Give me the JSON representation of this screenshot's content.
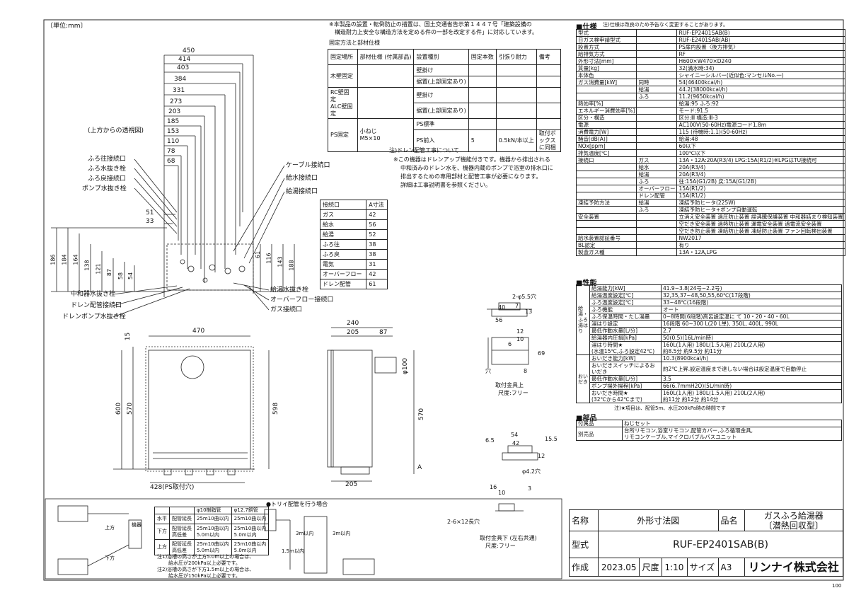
{
  "unit_label": "〔単位:mm〕",
  "perspective_label": "(上方からの透視図)",
  "notice_top": [
    "※本製品の設置・転倒防止の措置は、国土交通省告示第１４４７号「建築設備の",
    "構造耐力上安全な構造方法を定める件の一部を改定する件」に対応しています。"
  ],
  "fix_title": "固定方法と部材仕様",
  "fix_table": {
    "headers": [
      "固定場所",
      "部材仕様\n(付属部品)",
      "設置種別",
      "固定本数",
      "引張り耐力",
      "備考"
    ],
    "rows": [
      [
        "木壁固定",
        "",
        "壁掛け",
        "",
        "",
        ""
      ],
      [
        "",
        "",
        "据置(上部固定あり)",
        "",
        "",
        ""
      ],
      [
        "RC壁固定\nALC壁固定",
        "",
        "壁掛け",
        "",
        "",
        ""
      ],
      [
        "",
        "",
        "据置(上部固定あり)",
        "",
        "",
        ""
      ],
      [
        "PS固定",
        "小ねじ\nM5×10",
        "PS標準",
        "",
        "",
        ""
      ],
      [
        "",
        "",
        "PS前入",
        "5",
        "0.5kN/本以上",
        "取付ボックス\nに同梱"
      ]
    ]
  },
  "drain_note": [
    "注)ドレン配管工事について",
    "※この機器はドレンアップ機能付きです。機器から排出される",
    "中和済みのドレン水を、機器内蔵のポンプで浴室の排水口に",
    "排出するための専用部材と配管工事が必要になります。",
    "詳細は工事説明書を参照ください。"
  ],
  "connection_table": {
    "headers": [
      "接続口",
      "A寸法"
    ],
    "rows": [
      [
        "ガス",
        "42"
      ],
      [
        "給水",
        "56"
      ],
      [
        "給湯",
        "52"
      ],
      [
        "ふろ往",
        "38"
      ],
      [
        "ふろ戻",
        "38"
      ],
      [
        "電気",
        "31"
      ],
      [
        "オーバーフロー",
        "42"
      ],
      [
        "ドレン配管",
        "61"
      ]
    ]
  },
  "top_dims": [
    "450",
    "414",
    "403",
    "384",
    "331",
    "273",
    "203",
    "185",
    "153",
    "110",
    "78",
    "68",
    "51",
    "33"
  ],
  "left_labels": [
    "ふろ往接続口",
    "ふろ水抜き栓",
    "ふろ戻接続口",
    "ポンプ水抜き栓"
  ],
  "right_labels": [
    "ケーブル接続口",
    "給水接続口",
    "給湯接続口"
  ],
  "bottom_labels": [
    "中和器水抜き栓",
    "ドレン配管接続口",
    "ドレンポンプ水抜き栓"
  ],
  "bottom_right_labels": [
    "給湯水抜き栓",
    "オーバーフロー接続口",
    "ガス接続口"
  ],
  "left_vdims": [
    "186",
    "184",
    "164",
    "138",
    "121",
    "87",
    "58",
    "54"
  ],
  "right_vdims": [
    "61",
    "116",
    "143",
    "188"
  ],
  "front": {
    "w": "470",
    "h": "600",
    "h2": "570",
    "h3": "598",
    "top": "15",
    "ps": "428(PS取付穴)"
  },
  "side": {
    "d": "240",
    "d2": "205",
    "d3": "87",
    "h": "570",
    "bottom": "205",
    "a": "A",
    "dia": "φ100"
  },
  "bracket_top": {
    "hole": "2-φ5.5穴",
    "w1": "40",
    "w2": "56",
    "h1": "7",
    "h2": "13",
    "t": "12",
    "t2": "10",
    "d1": "6",
    "d2": "69",
    "d3": "8",
    "slot": "穴",
    "caption1": "取付金具上",
    "caption2": "尺度:フリー"
  },
  "bracket_bottom": {
    "w1": "54",
    "w2": "42",
    "h1": "6.5",
    "h2": "15.5",
    "h3": "12",
    "dia": "φ4.2穴",
    "t1": "16",
    "t2": "10",
    "t3": "3",
    "hole": "2-6×12長穴",
    "caption1": "取付金具下 (左右共通)",
    "caption2": "尺度:フリー"
  },
  "pipe_table": {
    "col_headers": [
      "",
      "",
      "φ10樹脂管",
      "φ12.7銅管"
    ],
    "rows": [
      [
        "水平",
        "配管延長",
        "25m10曲以内",
        "25m10曲以内"
      ],
      [
        "下方",
        "配管延長\n高低差",
        "25m10曲以内\n5.0m以内",
        "25m10曲以内\n5.0m以内"
      ],
      [
        "上方",
        "配管延長\n高低差",
        "25m10曲以内\n5.0m以内",
        "25m10曲以内\n5.0m以内"
      ]
    ],
    "notes": [
      "注1)浴槽の高さが上方5.0m以上の場合は、",
      "給水圧が200kPa以上必要です。",
      "注2)浴槽の高さが下方1.5m以上の場合は、",
      "給水圧が150kPa以上必要です。"
    ]
  },
  "pipe_labels": {
    "up": "上方",
    "down": "下方",
    "unit": "機器",
    "trap_title": "●トリイ配管を行う場合",
    "h1": "1.5m以内",
    "h2": "3m以内",
    "h3": "3m以内"
  },
  "spec": {
    "title": "■仕様",
    "title_note": "注)仕様は改良のため予告なく変更することがあります。",
    "rows": [
      [
        "型式",
        "",
        "RUF-EP2401SAB(B)"
      ],
      [
        "日ガス検申請型式",
        "",
        "RUF-E2401SAB(AB)"
      ],
      [
        "設置方式",
        "",
        "PS扉内設置〈後方排気〉"
      ],
      [
        "給排気方式",
        "",
        "RF"
      ],
      [
        "外形寸法[mm]",
        "",
        "H600×W470×D240"
      ],
      [
        "質量[kg]",
        "",
        "32(満水時:34)"
      ],
      [
        "本体色",
        "",
        "シャイニーシルバー(近似色:マンセルNo.一)"
      ],
      [
        "ガス消費量[kW]",
        "同時",
        "54(46400kcal/h)"
      ],
      [
        "",
        "給湯",
        "44.2(38000kcal/h)"
      ],
      [
        "",
        "ふろ",
        "11.2(9650kcal/h)"
      ],
      [
        "熱効率[%]",
        "",
        "給湯:95 ふろ:92"
      ],
      [
        "エネルギー消費効率[%]",
        "",
        "モード:91.5"
      ],
      [
        "区分・構造",
        "",
        "区分:Ⅲ 構造:Ⅲ-3"
      ],
      [
        "電源",
        "",
        "AC100V(50-60Hz)電源コード1.8m"
      ],
      [
        "消費電力[W]",
        "",
        "115 (待機時:1.1)(50-60Hz)"
      ],
      [
        "騒音[dB(A)]",
        "",
        "給湯:48"
      ],
      [
        "NOx[ppm]",
        "",
        "60以下"
      ],
      [
        "排気温度[℃]",
        "",
        "100℃以下"
      ],
      [
        "接続口",
        "ガス",
        "13A・12A:20A(R3/4) LPG:15A(R1/2)※LPGはTU接続可"
      ],
      [
        "",
        "給水",
        "20A(R3/4)"
      ],
      [
        "",
        "給湯",
        "20A(R3/4)"
      ],
      [
        "",
        "ふろ",
        "往:15A(G1/2B) 戻:15A(G1/2B)"
      ],
      [
        "",
        "オーバーフロー",
        "15A(R1/2)"
      ],
      [
        "",
        "ドレン配管",
        "15A(R1/2)"
      ],
      [
        "凍結予防方法",
        "給湯",
        "凍結予防ヒータ(225W)"
      ],
      [
        "",
        "ふろ",
        "凍結予防ヒータ+ポンプ自動運転"
      ],
      [
        "安全装置",
        "",
        "立消え安全装置 過圧防止装置 誤沸騰保護装置 中和器詰まり検知装置"
      ],
      [
        "",
        "",
        "空だき安全装置 過熱防止装置 漏電安全装置 過電流安全装置"
      ],
      [
        "",
        "",
        "空だき防止装置 凍結防止装置 凍結防止装置 ファン回転検出装置"
      ],
      [
        "給水装置認証番号",
        "",
        "NW2017"
      ],
      [
        "BL認定",
        "",
        "有り"
      ],
      [
        "製造ガス種",
        "",
        "13A・12A,LPG"
      ]
    ]
  },
  "perf": {
    "title": "■性能",
    "rows": [
      [
        "給湯能力[kW]",
        "41.9~3.8(24号~2.2号)"
      ],
      [
        "給湯温度設定[℃]",
        "32,35,37~48,50,55,60℃(17段階)"
      ],
      [
        "ふろ温度設定[℃]",
        "33~48℃(16段階)"
      ],
      [
        "ふろ機能",
        "オート"
      ],
      [
        "ふろ保温時間・たし湯量",
        "0~8時間(6段階)高呂設定温に て 10・20・40・60L"
      ],
      [
        "湯はり設定",
        "16段階 60~300 L(20 L単), 350L, 400L, 990L"
      ],
      [
        "最低作動水量[L/分]",
        "2.7"
      ],
      [
        "給湯器内圧損[kPa]",
        "50(0.5)(16L/min時)"
      ],
      [
        "湯はり時間★\n(水温15℃,ふろ設定42℃)",
        "160L(1人用) 180L(1.5人用) 210L(2人用)\n約8.5分 約9.5分 約11分"
      ],
      [
        "おいだき能力[kW]",
        "10.3(8900kcal/h)"
      ],
      [
        "おいだきスイッチによるおいだき",
        "約2℃上昇.設定温度まで達しない場合は設定温度で自動停止"
      ],
      [
        "最低作動水量[L/分]",
        "3.5"
      ],
      [
        "ポンプ揚外揚程[kPa]",
        "66(6.7mmH2O)(5L/min時)"
      ],
      [
        "おいだき時間★\n(32℃から42℃まで)",
        "160L(1人用) 180L(1.5人用) 210L(2人用)\n約11分 約12分 約14分"
      ]
    ],
    "side1": "給湯・ふろ湯はり",
    "side2": "おいだき",
    "note": "注)★項目は、配管5m、水圧200kPa時の時間です"
  },
  "parts": {
    "title": "■部品",
    "rows": [
      [
        "付属品",
        "ねじセット"
      ],
      [
        "別売品",
        "台所リモコン,浴室リモコン,配管カバー,ふろ循環金具,\nリモコンケーブル,マイクロバブルバスユニット"
      ]
    ]
  },
  "title_block": {
    "name_label": "名称",
    "name": "外形寸法図",
    "product_label": "品名",
    "product": "ガスふろ給湯器\n〔潜熱回収型〕",
    "model_label": "型式",
    "model": "RUF-EP2401SAB(B)",
    "made_label": "作成",
    "date": "2023.05",
    "scale_label": "尺度",
    "scale": "1:10",
    "size_label": "サイズ",
    "size": "A3",
    "company": "リンナイ株式会社",
    "page": "100"
  }
}
